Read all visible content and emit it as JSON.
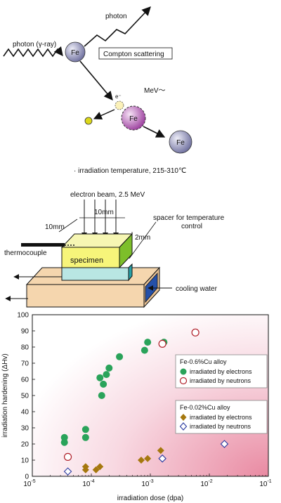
{
  "scattering": {
    "incident_label": "photon (γ-ray)",
    "scattered_label": "photon",
    "atom_label": "Fe",
    "compton_label": "Compton scattering",
    "electron_label": "e⁻",
    "mev_label": "MeV〜",
    "knock_atom_label": "Fe",
    "displaced_atom_label": "Fe"
  },
  "irradiation_note": "· irradiation temperature, 215-310℃",
  "apparatus": {
    "beam_label": "electron beam, 2.5 MeV",
    "dim_top": "10mm",
    "dim_left": "10mm",
    "dim_side": "2mm",
    "spacer_label_1": "spacer for temperature",
    "spacer_label_2": "control",
    "thermocouple_label": "thermocouple",
    "specimen_label": "specimen",
    "cooling_label": "cooling water"
  },
  "chart_data": {
    "type": "scatter",
    "xlabel": "irradiation dose (dpa)",
    "ylabel": "irradiation hardening (ΔHv)",
    "xscale": "log",
    "xlim": [
      1e-05,
      0.1
    ],
    "ylim": [
      0,
      100
    ],
    "x_ticks": [
      {
        "v": 1e-05,
        "base": "10",
        "exp": "-5"
      },
      {
        "v": 0.0001,
        "base": "10",
        "exp": "-4"
      },
      {
        "v": 0.001,
        "base": "10",
        "exp": "-3"
      },
      {
        "v": 0.01,
        "base": "10",
        "exp": "-2"
      },
      {
        "v": 0.1,
        "base": "10",
        "exp": "-1"
      }
    ],
    "y_ticks": [
      0,
      10,
      20,
      30,
      40,
      50,
      60,
      70,
      80,
      90,
      100
    ],
    "legend_groups": [
      {
        "title": "Fe-0.6%Cu alloy",
        "entries": [
          "irradiated by electrons",
          "irradiated by neutrons"
        ]
      },
      {
        "title": "Fe-0.02%Cu alloy",
        "entries": [
          "irradiated by electrons",
          "irradiated by neutrons"
        ]
      }
    ],
    "series": [
      {
        "marker": "filled-circle",
        "color": "#2aa35a",
        "points": [
          [
            3.5e-05,
            24
          ],
          [
            3.5e-05,
            21
          ],
          [
            8e-05,
            29
          ],
          [
            8e-05,
            24
          ],
          [
            0.00014,
            61
          ],
          [
            0.00016,
            57
          ],
          [
            0.00015,
            50
          ],
          [
            0.0002,
            67
          ],
          [
            0.00018,
            63
          ],
          [
            0.0003,
            74
          ],
          [
            0.0008,
            78
          ],
          [
            0.0009,
            83
          ],
          [
            0.0017,
            83
          ]
        ]
      },
      {
        "marker": "open-circle",
        "color": "#b0202a",
        "points": [
          [
            4e-05,
            12
          ],
          [
            0.0016,
            82
          ],
          [
            0.0058,
            89
          ]
        ]
      },
      {
        "marker": "filled-diamond",
        "color": "#a5780e",
        "points": [
          [
            8e-05,
            4
          ],
          [
            8e-05,
            6
          ],
          [
            0.00012,
            4
          ],
          [
            0.00014,
            6
          ],
          [
            0.0007,
            10
          ],
          [
            0.0009,
            11
          ],
          [
            0.0015,
            16
          ]
        ]
      },
      {
        "marker": "open-diamond",
        "color": "#2a3aa0",
        "points": [
          [
            4e-05,
            3
          ],
          [
            0.0016,
            11
          ],
          [
            0.018,
            20
          ]
        ]
      }
    ]
  }
}
